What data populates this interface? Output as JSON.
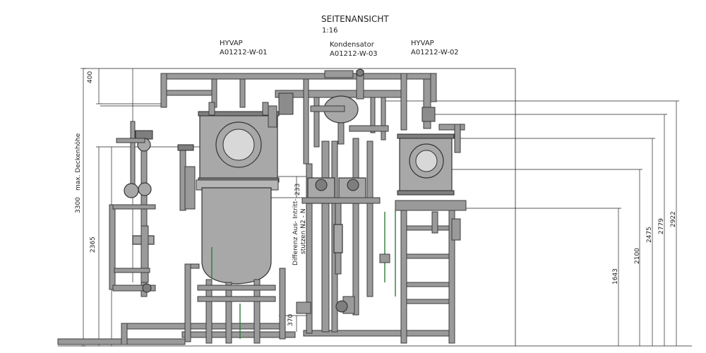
{
  "view": {
    "title": "SEITENANSICHT",
    "scale": "1:16"
  },
  "units": [
    {
      "name": "HYVAP",
      "id": "A01212-W-01"
    },
    {
      "name": "Kondensator",
      "id": "A01212-W-03"
    },
    {
      "name": "HYVAP",
      "id": "A01212-W-02"
    }
  ],
  "dimensions": {
    "top_offset": "400",
    "ceiling_height": "3300",
    "ceiling_label": "max. Deckenhöhe",
    "left_height": "2365",
    "nozzle_diff": "233",
    "nozzle_label_1": "Differenz Aus- Intritt-",
    "nozzle_label_2": "stutzen N2 - N",
    "bottom_small": "370",
    "right_1": "1643",
    "right_2": "2100",
    "right_3": "2475",
    "right_4": "2779",
    "right_5": "2922"
  },
  "colors": {
    "steel": "#9a9a9a",
    "outline": "#333333",
    "accent_pipe": "#2f7a3c"
  }
}
